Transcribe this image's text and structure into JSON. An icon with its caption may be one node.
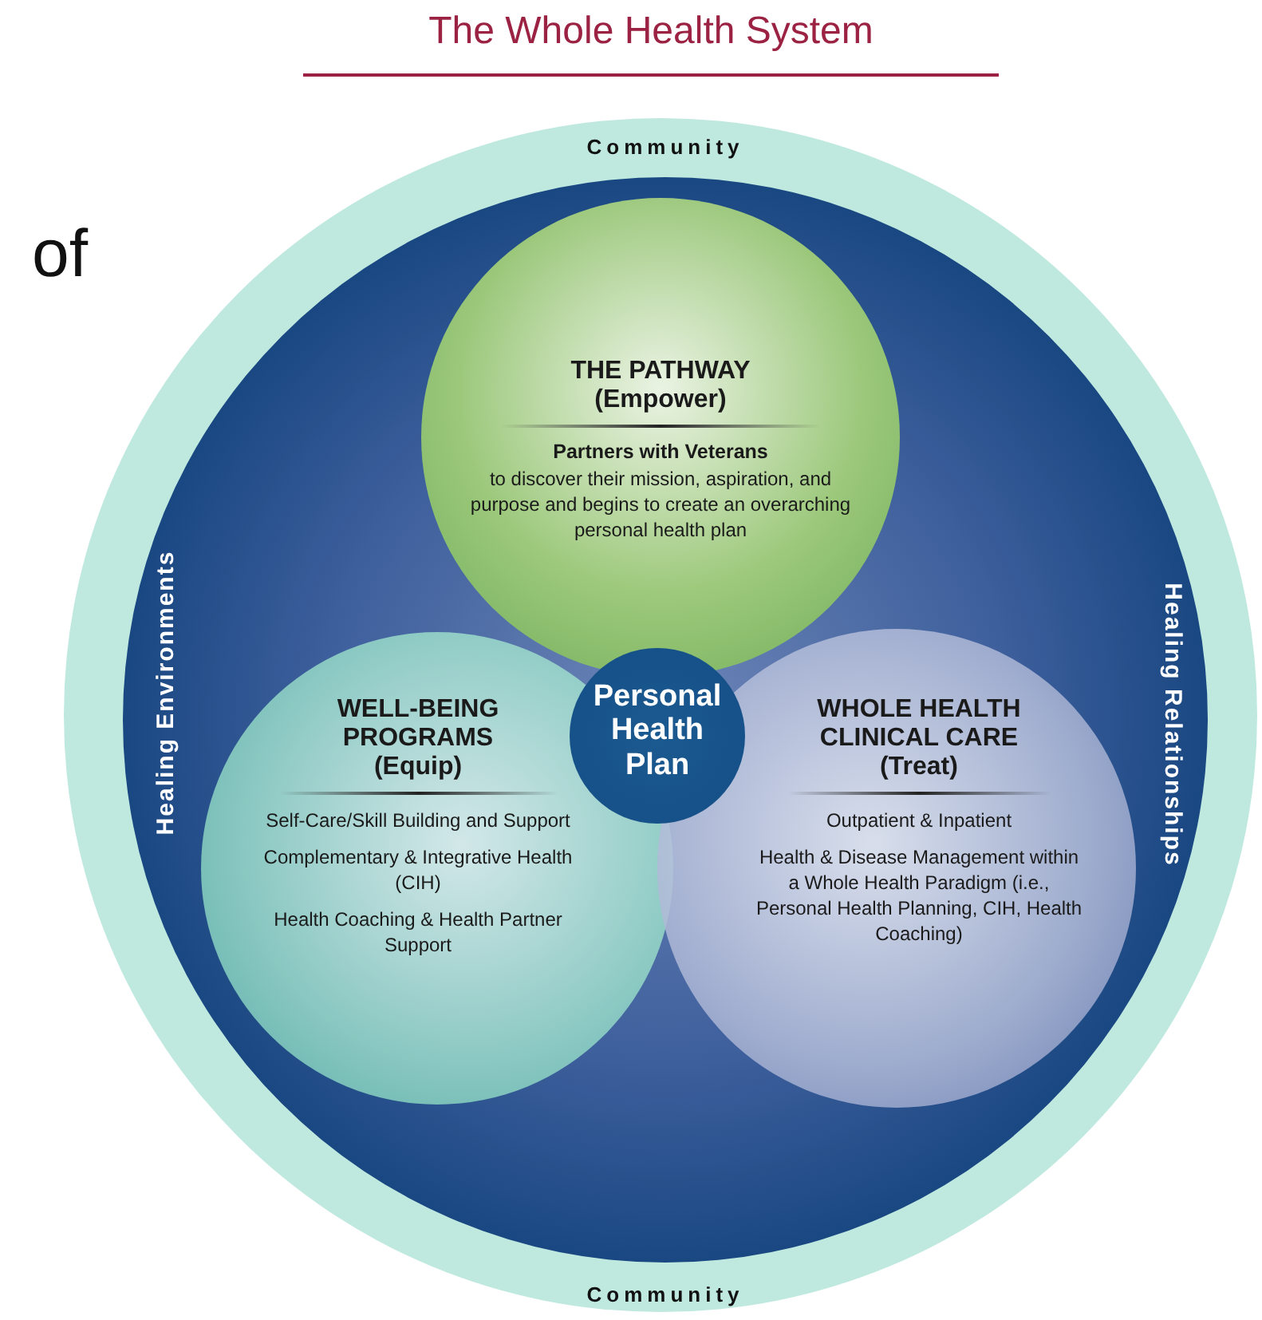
{
  "diagram": {
    "title": "The Whole Health System",
    "nodes": [
      {
        "text": [
          "Community",
          "Community"
        ]
      },
      {
        "text": [
          "Healing Environments",
          "Healing Relationships"
        ],
        "in": 0
      },
      {
        "text": [
          "THE PATHWAY (Empower)",
          "Partners with Veterans",
          "to discover their mission, aspiration, and purpose and begins to create an overarching personal health plan"
        ],
        "in": 1
      },
      {
        "text": [
          "WELL-BEING PROGRAMS (Equip)",
          "Self-Care/Skill Building and Support",
          "Complementary & Integrative Health (CIH)",
          "Health Coaching & Health Partner Support"
        ],
        "in": 1
      },
      {
        "text": [
          "WHOLE HEALTH CLINICAL CARE (Treat)",
          "Outpatient & Inpatient",
          "Health & Disease Management within a Whole Health Paradigm (i.e., Personal Health Planning, CIH, Health Coaching)"
        ],
        "in": 1
      },
      {
        "text": [
          "Personal Health Plan"
        ],
        "in": 1
      }
    ],
    "labels": [
      "of"
    ]
  }
}
